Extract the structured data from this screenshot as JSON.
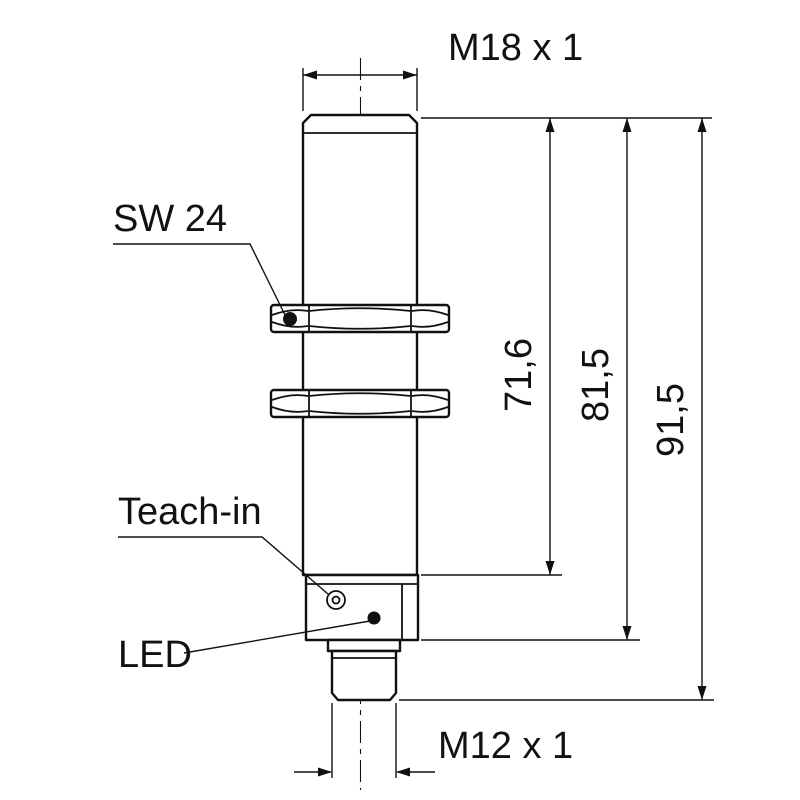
{
  "drawing": {
    "top_thread_label": "M18 x 1",
    "bottom_thread_label": "M12 x 1",
    "wrench_label": "SW 24",
    "teach_label": "Teach-in",
    "led_label": "LED",
    "dim_barrel": "71,6",
    "dim_housing": "81,5",
    "dim_total": "91,5"
  }
}
